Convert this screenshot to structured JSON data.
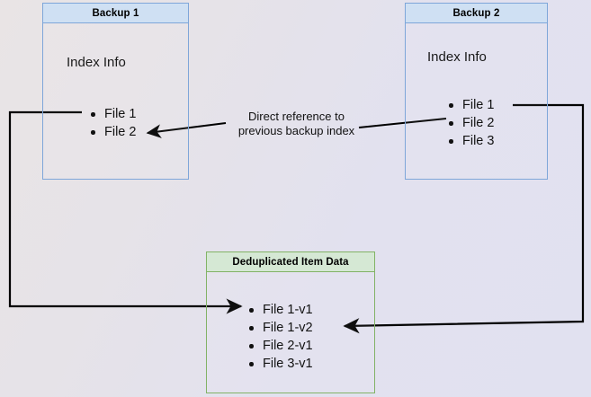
{
  "diagram": {
    "title_text": "",
    "background": {
      "gradient_from": "#e9e4e5",
      "gradient_to": "#e1e1f0"
    },
    "colors": {
      "blue_border": "#7ea6d9",
      "blue_header_fill": "#cfe0f3",
      "green_border": "#82b366",
      "green_header_fill": "#d5e8d4",
      "edge_color": "#000000"
    },
    "nodes": {
      "backup1": {
        "header": "Backup 1",
        "body_label": "Index Info",
        "items": [
          "File 1",
          "File 2"
        ]
      },
      "backup2": {
        "header": "Backup 2",
        "body_label": "Index Info",
        "items": [
          "File 1",
          "File 2",
          "File 3"
        ]
      },
      "dedup": {
        "header": "Deduplicated Item Data",
        "items": [
          "File 1-v1",
          "File 1-v2",
          "File 2-v1",
          "File 3-v1"
        ]
      }
    },
    "annotations": {
      "direct_reference": "Direct reference to\nprevious backup index"
    },
    "edges": [
      {
        "name": "backup2-index-to-backup1-index",
        "from": "backup2.items",
        "to": "backup1.items",
        "arrow": "end",
        "label": "Direct reference to previous backup index"
      },
      {
        "name": "backup1-files-to-dedup-data",
        "from": "backup1.items",
        "to": "dedup.items",
        "arrow": "end"
      },
      {
        "name": "backup2-files-to-dedup-data",
        "from": "backup2.items",
        "to": "dedup.items",
        "arrow": "end"
      }
    ]
  }
}
